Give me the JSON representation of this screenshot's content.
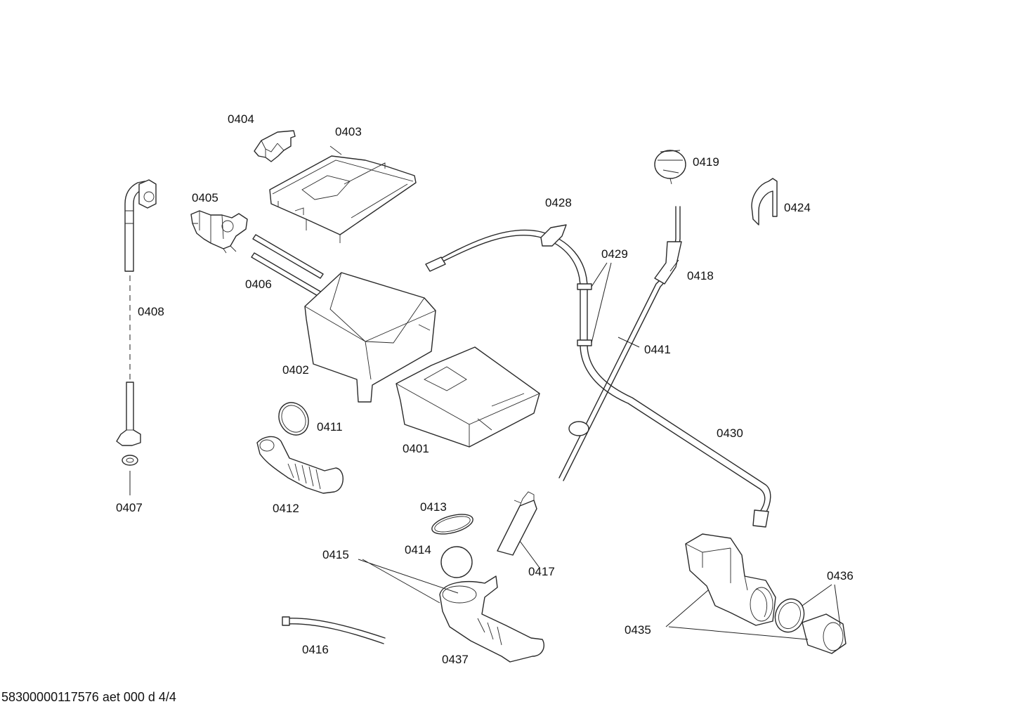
{
  "labels": {
    "p0401": "0401",
    "p0402": "0402",
    "p0403": "0403",
    "p0404": "0404",
    "p0405": "0405",
    "p0406": "0406",
    "p0407": "0407",
    "p0408": "0408",
    "p0411": "0411",
    "p0412": "0412",
    "p0413": "0413",
    "p0414": "0414",
    "p0415": "0415",
    "p0416": "0416",
    "p0417": "0417",
    "p0418": "0418",
    "p0419": "0419",
    "p0424": "0424",
    "p0428": "0428",
    "p0429": "0429",
    "p0430": "0430",
    "p0435": "0435",
    "p0436": "0436",
    "p0437": "0437",
    "p0441": "0441"
  },
  "footer": "58300000117576 aet 000 d 4/4"
}
